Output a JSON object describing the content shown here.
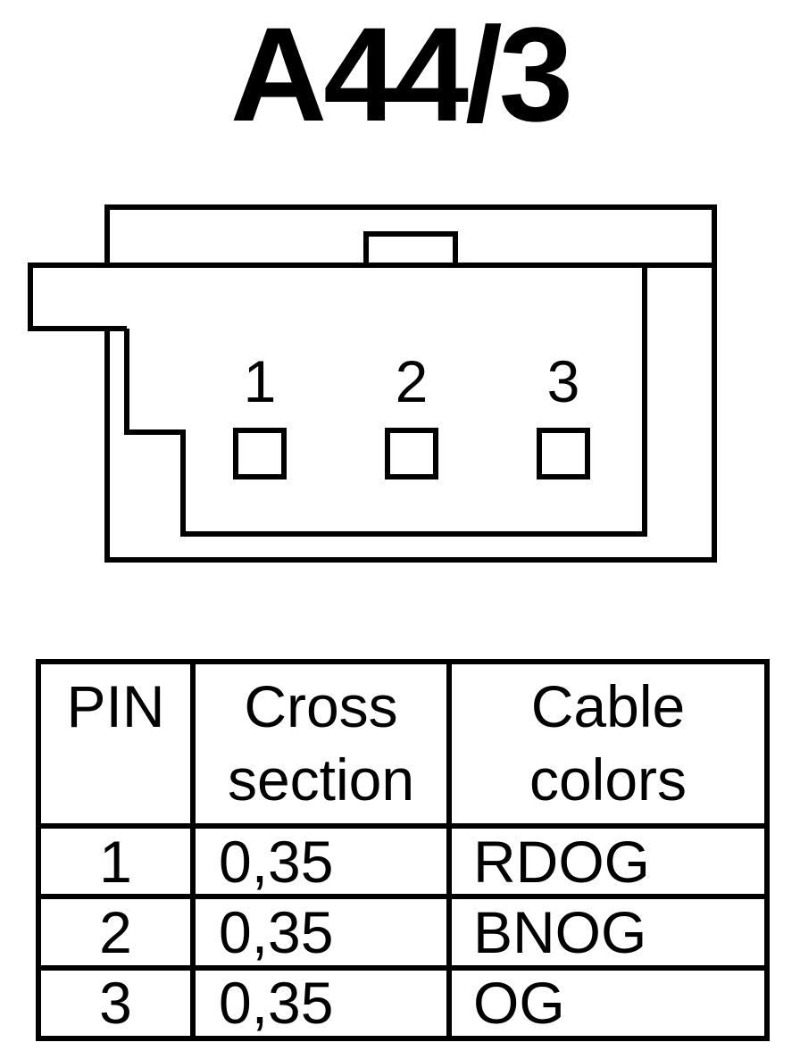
{
  "title": "A44/3",
  "connector": {
    "pins": [
      {
        "label": "1"
      },
      {
        "label": "2"
      },
      {
        "label": "3"
      }
    ]
  },
  "table": {
    "headers": {
      "pin": "PIN",
      "cross_section": "Cross\nsection",
      "cable_colors": "Cable\ncolors"
    },
    "rows": [
      {
        "pin": "1",
        "cross_section": "0,35",
        "cable_color": "RDOG"
      },
      {
        "pin": "2",
        "cross_section": "0,35",
        "cable_color": "BNOG"
      },
      {
        "pin": "3",
        "cross_section": "0,35",
        "cable_color": "OG"
      }
    ]
  },
  "colors": {
    "line": "#000000",
    "background": "#ffffff"
  }
}
